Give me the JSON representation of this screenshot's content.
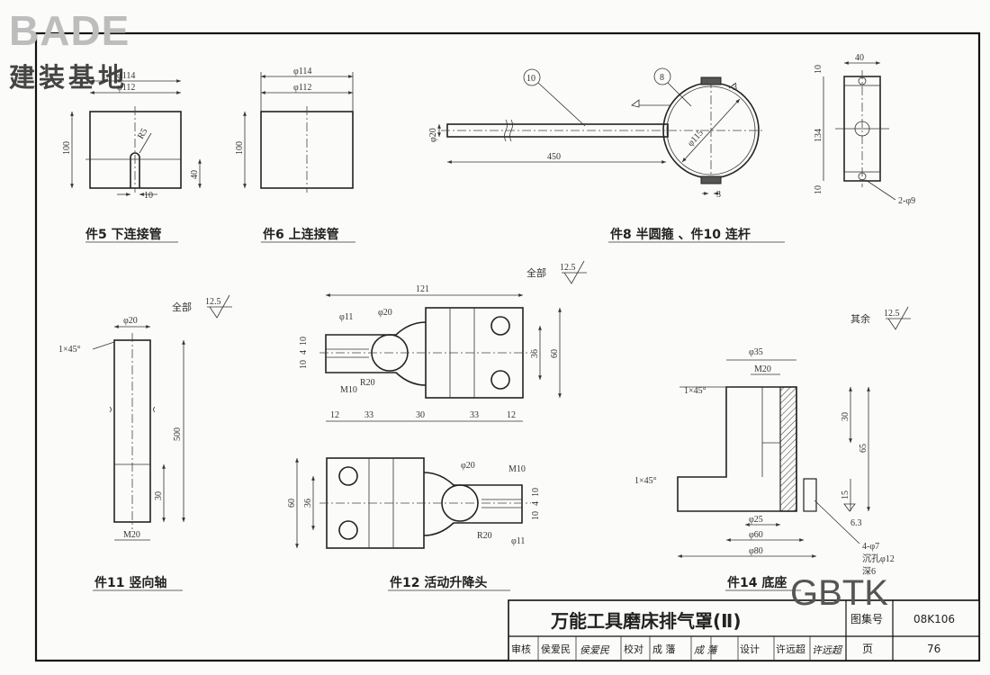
{
  "logo": {
    "brand": "BADE",
    "subtitle": "建装基地"
  },
  "watermark": "GBTK",
  "parts": {
    "p5": {
      "caption": "件5  下连接管",
      "dims": [
        "φ114",
        "φ112",
        "100",
        "R5",
        "40",
        "10"
      ]
    },
    "p6": {
      "caption": "件6  上连接管",
      "dims": [
        "φ114",
        "φ112",
        "100"
      ]
    },
    "p8": {
      "caption": "件8  半圆箍 、件10 连杆",
      "balloon_a": "10",
      "balloon_b": "8",
      "dims": [
        "φ20",
        "450",
        "φ115",
        "3",
        "3",
        "40",
        "10",
        "134",
        "10",
        "2-φ9"
      ]
    },
    "p11": {
      "caption": "件11  竖向轴",
      "dims": [
        "φ20",
        "1×45°",
        "500",
        "30",
        "M20"
      ]
    },
    "p12": {
      "caption": "件12  活动升降头",
      "dims": [
        "121",
        "φ11",
        "φ20",
        "10",
        "4",
        "10",
        "M10",
        "R20",
        "36",
        "60",
        "12",
        "33",
        "30",
        "33",
        "12",
        "φ20",
        "M10",
        "10",
        "4",
        "10",
        "R20",
        "φ11",
        "60",
        "36"
      ]
    },
    "p14": {
      "caption": "件14  底座",
      "dims": [
        "φ35",
        "M20",
        "1×45°",
        "1×45°",
        "30",
        "65",
        "15",
        "φ25",
        "φ60",
        "φ80",
        "6.3",
        "4-φ7",
        "沉孔φ12",
        "深6"
      ]
    }
  },
  "roughness": [
    {
      "prefix": "全部",
      "value": "12.5"
    },
    {
      "prefix": "全部",
      "value": "12.5"
    },
    {
      "prefix": "其余",
      "value": "12.5"
    }
  ],
  "title_block": {
    "title": "万能工具磨床排气罩(Ⅱ)",
    "atlas_label": "图集号",
    "atlas_no": "08K106",
    "page_label": "页",
    "page_no": "76",
    "roles": [
      {
        "label": "审核",
        "name": "侯爱民"
      },
      {
        "label": "校对",
        "name": "成  藩"
      },
      {
        "label": "设计",
        "name": "许远超"
      }
    ],
    "signatures": [
      "侯爱民",
      "成 藩",
      "许远超"
    ]
  }
}
